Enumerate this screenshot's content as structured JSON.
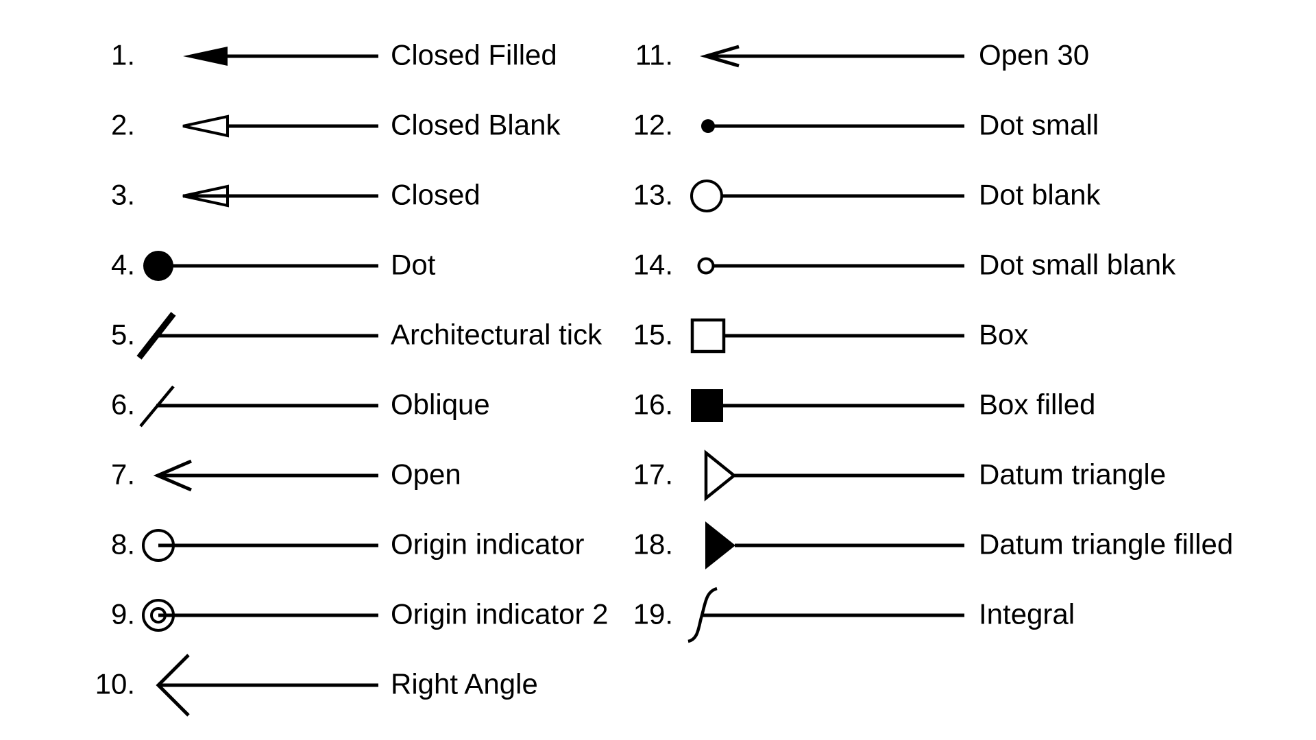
{
  "canvas": {
    "background": "#ffffff",
    "ink": "#000000"
  },
  "legend": {
    "columns": [
      {
        "name": "left",
        "items": [
          {
            "number": "1.",
            "label": "Closed Filled",
            "symbol": "closed-filled"
          },
          {
            "number": "2.",
            "label": "Closed Blank",
            "symbol": "closed-blank"
          },
          {
            "number": "3.",
            "label": "Closed",
            "symbol": "closed"
          },
          {
            "number": "4.",
            "label": "Dot",
            "symbol": "dot"
          },
          {
            "number": "5.",
            "label": "Architectural tick",
            "symbol": "architectural-tick"
          },
          {
            "number": "6.",
            "label": "Oblique",
            "symbol": "oblique"
          },
          {
            "number": "7.",
            "label": "Open",
            "symbol": "open"
          },
          {
            "number": "8.",
            "label": "Origin indicator",
            "symbol": "origin-indicator"
          },
          {
            "number": "9.",
            "label": "Origin indicator 2",
            "symbol": "origin-indicator-2"
          },
          {
            "number": "10.",
            "label": "Right Angle",
            "symbol": "right-angle"
          }
        ]
      },
      {
        "name": "right",
        "items": [
          {
            "number": "11.",
            "label": "Open 30",
            "symbol": "open-30"
          },
          {
            "number": "12.",
            "label": "Dot small",
            "symbol": "dot-small"
          },
          {
            "number": "13.",
            "label": "Dot blank",
            "symbol": "dot-blank"
          },
          {
            "number": "14.",
            "label": "Dot small blank",
            "symbol": "dot-small-blank"
          },
          {
            "number": "15.",
            "label": "Box",
            "symbol": "box"
          },
          {
            "number": "16.",
            "label": "Box filled",
            "symbol": "box-filled"
          },
          {
            "number": "17.",
            "label": "Datum triangle",
            "symbol": "datum-triangle"
          },
          {
            "number": "18.",
            "label": "Datum triangle filled",
            "symbol": "datum-triangle-filled"
          },
          {
            "number": "19.",
            "label": "Integral",
            "symbol": "integral"
          }
        ]
      }
    ]
  }
}
